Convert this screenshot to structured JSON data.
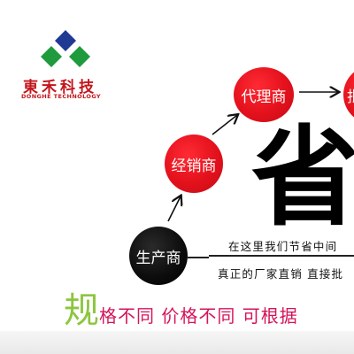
{
  "logo": {
    "title": "東禾科技",
    "subtitle": "DONGHE TECHNOLOGY",
    "colors": {
      "blue": "#1f3a93",
      "green": "#1f9a3c",
      "red": "#c3161c"
    }
  },
  "nodes": {
    "manufacturer": "生产商",
    "distributor": "经销商",
    "agent": "代理商",
    "partial": "批"
  },
  "big_char": "省",
  "captions": {
    "line1": "在这里我们节省中间",
    "line2": "真正的厂家直销  直接批"
  },
  "slogan": {
    "first": "规",
    "rest": "格不同 价格不同  可根据"
  },
  "colors": {
    "node_red": "#e3111c",
    "node_black": "#000000",
    "slogan_green": "#8cc63f",
    "slogan_pink": "#d4145a"
  }
}
